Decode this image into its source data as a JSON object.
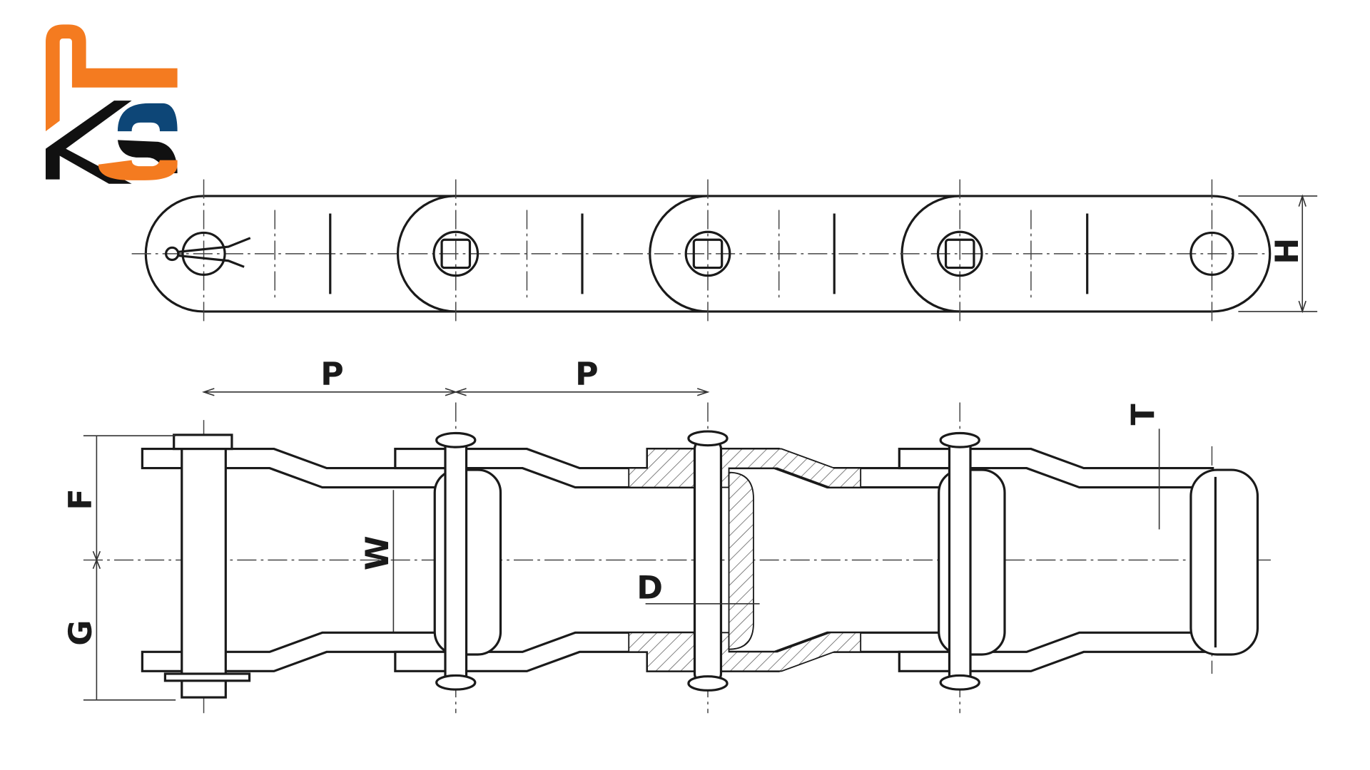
{
  "logo": {
    "text": "KS",
    "colors": {
      "orange": "#F47B20",
      "blue": "#0D4677",
      "black": "#111111"
    }
  },
  "diagram": {
    "title": "Chain drawing",
    "labels": {
      "height": "H",
      "pitch_1": "P",
      "pitch_2": "P",
      "thickness": "T",
      "upper_offset": "F",
      "lower_offset": "G",
      "inner_width": "W",
      "pin_diameter": "D"
    }
  }
}
